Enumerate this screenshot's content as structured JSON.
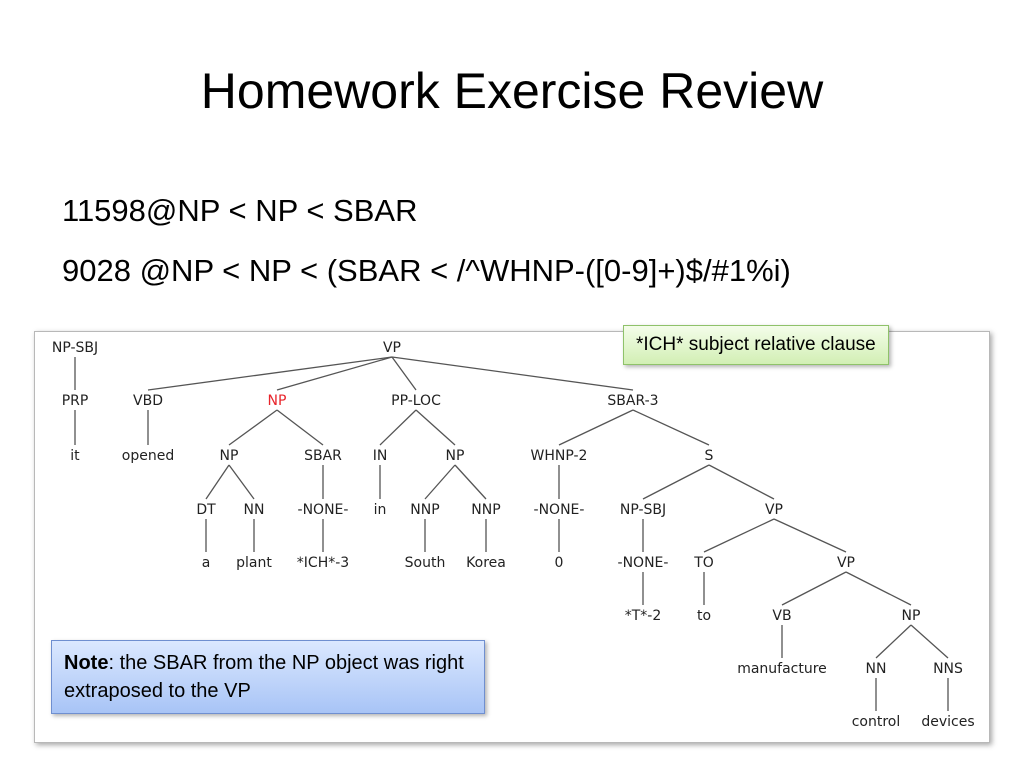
{
  "title": "Homework Exercise Review",
  "queries": [
    {
      "count": "11598",
      "pattern": "@NP < NP < SBAR"
    },
    {
      "count": "9028",
      "pattern": " @NP < NP < (SBAR < /^WHNP-([0-9]+)$/#1%i)"
    }
  ],
  "callout_ich": "*ICH* subject relative clause",
  "note": {
    "label": "Note",
    "text": ": the SBAR from the NP object was right extraposed to the VP"
  },
  "colors": {
    "highlight": "#e8242b"
  },
  "tree": {
    "nodes": [
      {
        "id": "np_sbj",
        "label": "NP-SBJ"
      },
      {
        "id": "prp",
        "label": "PRP"
      },
      {
        "id": "it",
        "label": "it"
      },
      {
        "id": "vp",
        "label": "VP"
      },
      {
        "id": "vbd",
        "label": "VBD"
      },
      {
        "id": "opened",
        "label": "opened"
      },
      {
        "id": "np",
        "label": "NP",
        "highlight": true
      },
      {
        "id": "np2",
        "label": "NP"
      },
      {
        "id": "dt",
        "label": "DT"
      },
      {
        "id": "a",
        "label": "a"
      },
      {
        "id": "nn1",
        "label": "NN"
      },
      {
        "id": "plant",
        "label": "plant"
      },
      {
        "id": "sbar",
        "label": "SBAR"
      },
      {
        "id": "none1",
        "label": "-NONE-"
      },
      {
        "id": "ich3",
        "label": "*ICH*-3"
      },
      {
        "id": "pploc",
        "label": "PP-LOC"
      },
      {
        "id": "in",
        "label": "IN"
      },
      {
        "id": "in_w",
        "label": "in"
      },
      {
        "id": "np3",
        "label": "NP"
      },
      {
        "id": "nnp1",
        "label": "NNP"
      },
      {
        "id": "south",
        "label": "South"
      },
      {
        "id": "nnp2",
        "label": "NNP"
      },
      {
        "id": "korea",
        "label": "Korea"
      },
      {
        "id": "sbar3",
        "label": "SBAR-3"
      },
      {
        "id": "whnp2",
        "label": "WHNP-2"
      },
      {
        "id": "none2",
        "label": "-NONE-"
      },
      {
        "id": "zero",
        "label": "0"
      },
      {
        "id": "s",
        "label": "S"
      },
      {
        "id": "npsbj2",
        "label": "NP-SBJ"
      },
      {
        "id": "none3",
        "label": "-NONE-"
      },
      {
        "id": "t2",
        "label": "*T*-2"
      },
      {
        "id": "vp2",
        "label": "VP"
      },
      {
        "id": "to",
        "label": "TO"
      },
      {
        "id": "to_w",
        "label": "to"
      },
      {
        "id": "vp3",
        "label": "VP"
      },
      {
        "id": "vb",
        "label": "VB"
      },
      {
        "id": "manufacture",
        "label": "manufacture"
      },
      {
        "id": "np4",
        "label": "NP"
      },
      {
        "id": "nn2",
        "label": "NN"
      },
      {
        "id": "control",
        "label": "control"
      },
      {
        "id": "nns",
        "label": "NNS"
      },
      {
        "id": "devices",
        "label": "devices"
      }
    ],
    "edges": [
      [
        "np_sbj",
        "prp"
      ],
      [
        "prp",
        "it"
      ],
      [
        "vp",
        "vbd"
      ],
      [
        "vp",
        "np"
      ],
      [
        "vp",
        "pploc"
      ],
      [
        "vp",
        "sbar3"
      ],
      [
        "vbd",
        "opened"
      ],
      [
        "np",
        "np2"
      ],
      [
        "np",
        "sbar"
      ],
      [
        "np2",
        "dt"
      ],
      [
        "np2",
        "nn1"
      ],
      [
        "dt",
        "a"
      ],
      [
        "nn1",
        "plant"
      ],
      [
        "sbar",
        "none1"
      ],
      [
        "none1",
        "ich3"
      ],
      [
        "pploc",
        "in"
      ],
      [
        "pploc",
        "np3"
      ],
      [
        "in",
        "in_w"
      ],
      [
        "np3",
        "nnp1"
      ],
      [
        "np3",
        "nnp2"
      ],
      [
        "nnp1",
        "south"
      ],
      [
        "nnp2",
        "korea"
      ],
      [
        "sbar3",
        "whnp2"
      ],
      [
        "sbar3",
        "s"
      ],
      [
        "whnp2",
        "none2"
      ],
      [
        "none2",
        "zero"
      ],
      [
        "s",
        "npsbj2"
      ],
      [
        "s",
        "vp2"
      ],
      [
        "npsbj2",
        "none3"
      ],
      [
        "none3",
        "t2"
      ],
      [
        "vp2",
        "to"
      ],
      [
        "vp2",
        "vp3"
      ],
      [
        "to",
        "to_w"
      ],
      [
        "vp3",
        "vb"
      ],
      [
        "vp3",
        "np4"
      ],
      [
        "vb",
        "manufacture"
      ],
      [
        "np4",
        "nn2"
      ],
      [
        "np4",
        "nns"
      ],
      [
        "nn2",
        "control"
      ],
      [
        "nns",
        "devices"
      ]
    ]
  }
}
